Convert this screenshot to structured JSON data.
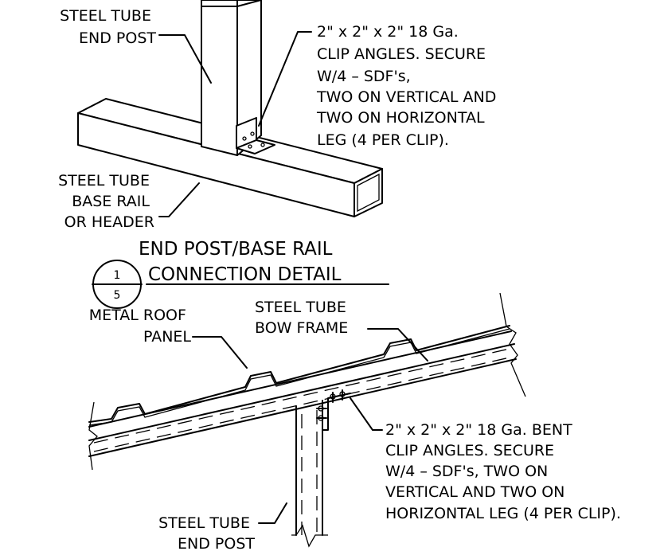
{
  "detail_top": {
    "end_post_label": [
      "STEEL TUBE",
      "END POST"
    ],
    "clip_note": [
      "2\" x 2\" x 2\" 18 Ga.",
      "CLIP ANGLES.  SECURE",
      "W/4 – SDF's,",
      "TWO ON VERTICAL AND",
      "TWO ON HORIZONTAL",
      "LEG (4 PER CLIP)."
    ],
    "base_rail_label": [
      "STEEL TUBE",
      "BASE RAIL",
      "OR HEADER"
    ],
    "title_line1": "END POST/BASE RAIL",
    "title_line2": "CONNECTION DETAIL",
    "detail_number": "1",
    "sheet_number": "5"
  },
  "detail_bottom": {
    "roof_panel_label": [
      "METAL ROOF",
      "PANEL"
    ],
    "bow_frame_label": [
      "STEEL TUBE",
      "BOW FRAME"
    ],
    "clip_note": [
      "2\" x 2\" x 2\" 18 Ga. BENT",
      "CLIP ANGLES.  SECURE",
      "W/4 – SDF's, TWO ON",
      "VERTICAL AND TWO ON",
      "HORIZONTAL LEG (4 PER CLIP)."
    ],
    "end_post_label": [
      "STEEL TUBE",
      "END POST"
    ]
  }
}
